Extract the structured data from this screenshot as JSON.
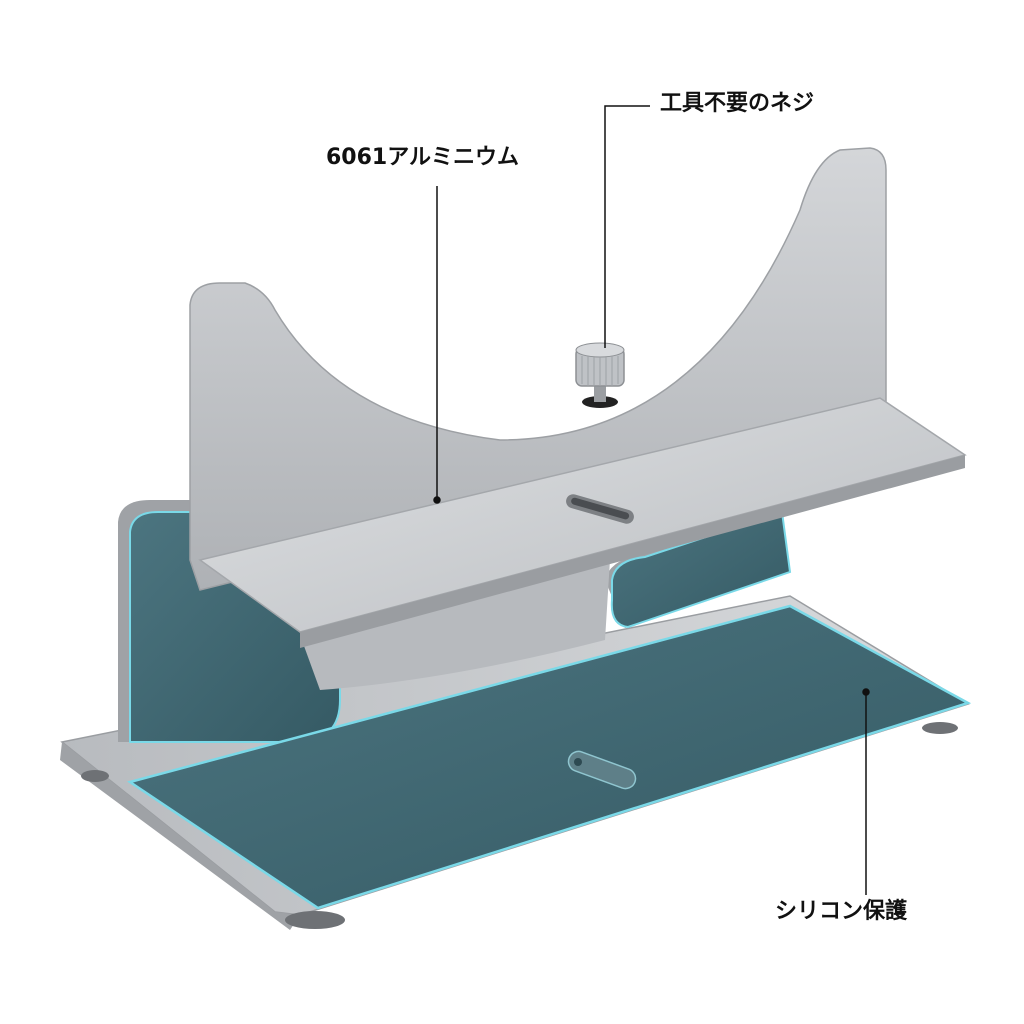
{
  "callouts": {
    "aluminum": "6061アルミニウム",
    "screw": "工具不要のネジ",
    "silicone": "シリコン保護"
  },
  "colors": {
    "aluminum_light": "#c7c9cc",
    "aluminum_mid": "#b1b4b8",
    "aluminum_dark": "#8f9296",
    "silicone_pad": "#3f6670",
    "silicone_edge": "#7ad9e8",
    "line": "#111111"
  }
}
